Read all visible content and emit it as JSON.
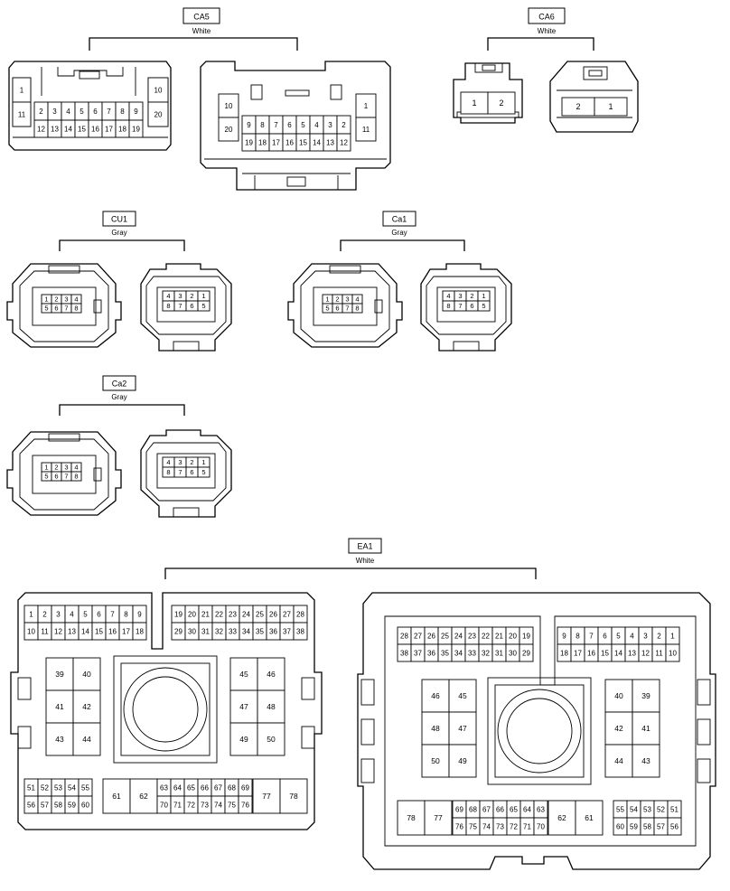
{
  "connectors": {
    "ca5": {
      "code": "CA5",
      "color": "White",
      "left": {
        "top": [
          "1",
          "2",
          "3",
          "4",
          "5",
          "6",
          "7",
          "8",
          "9",
          "10"
        ],
        "bottom": [
          "11",
          "12",
          "13",
          "14",
          "15",
          "16",
          "17",
          "18",
          "19",
          "20"
        ]
      },
      "right": {
        "top": [
          "10",
          "9",
          "8",
          "7",
          "6",
          "5",
          "4",
          "3",
          "2",
          "1"
        ],
        "bottom": [
          "20",
          "19",
          "18",
          "17",
          "16",
          "15",
          "14",
          "13",
          "12",
          "11"
        ]
      }
    },
    "ca6": {
      "code": "CA6",
      "color": "White",
      "left": [
        "1",
        "2"
      ],
      "right": [
        "2",
        "1"
      ]
    },
    "cu1": {
      "code": "CU1",
      "color": "Gray"
    },
    "ca1": {
      "code": "Ca1",
      "color": "Gray"
    },
    "ca2": {
      "code": "Ca2",
      "color": "Gray"
    },
    "small4x2": {
      "left": {
        "top": [
          "1",
          "2",
          "3",
          "4"
        ],
        "bottom": [
          "5",
          "6",
          "7",
          "8"
        ]
      },
      "right": {
        "top": [
          "4",
          "3",
          "2",
          "1"
        ],
        "bottom": [
          "8",
          "7",
          "6",
          "5"
        ]
      }
    },
    "ea1": {
      "code": "EA1",
      "color": "White",
      "left": {
        "top_rows": [
          [
            "1",
            "2",
            "3",
            "4",
            "5",
            "6",
            "7",
            "8",
            "9"
          ],
          [
            "10",
            "11",
            "12",
            "13",
            "14",
            "15",
            "16",
            "17",
            "18"
          ],
          [
            "19",
            "20",
            "21",
            "22",
            "23",
            "24",
            "25",
            "26",
            "27",
            "28"
          ],
          [
            "29",
            "30",
            "31",
            "32",
            "33",
            "34",
            "35",
            "36",
            "37",
            "38"
          ]
        ],
        "grid_left": [
          "39",
          "40",
          "41",
          "42",
          "43",
          "44"
        ],
        "grid_right": [
          "45",
          "46",
          "47",
          "48",
          "49",
          "50"
        ],
        "bottom_small": [
          [
            "51",
            "52",
            "53",
            "54",
            "55"
          ],
          [
            "56",
            "57",
            "58",
            "59",
            "60"
          ]
        ],
        "big_a": [
          "61",
          "62"
        ],
        "mid_rows": [
          [
            "63",
            "64",
            "65",
            "66",
            "67",
            "68",
            "69"
          ],
          [
            "70",
            "71",
            "72",
            "73",
            "74",
            "75",
            "76"
          ]
        ],
        "big_b": [
          "77",
          "78"
        ]
      },
      "right": {
        "top_rows": [
          [
            "28",
            "27",
            "26",
            "25",
            "24",
            "23",
            "22",
            "21",
            "20",
            "19"
          ],
          [
            "38",
            "37",
            "36",
            "35",
            "34",
            "33",
            "32",
            "31",
            "30",
            "29"
          ],
          [
            "9",
            "8",
            "7",
            "6",
            "5",
            "4",
            "3",
            "2",
            "1"
          ],
          [
            "18",
            "17",
            "16",
            "15",
            "14",
            "13",
            "12",
            "11",
            "10"
          ]
        ],
        "grid_left": [
          "46",
          "45",
          "48",
          "47",
          "50",
          "49"
        ],
        "grid_right": [
          "40",
          "39",
          "42",
          "41",
          "44",
          "43"
        ],
        "big_b": [
          "78",
          "77"
        ],
        "mid_rows": [
          [
            "69",
            "68",
            "67",
            "66",
            "65",
            "64",
            "63"
          ],
          [
            "76",
            "75",
            "74",
            "73",
            "72",
            "71",
            "70"
          ]
        ],
        "big_a": [
          "62",
          "61"
        ],
        "bottom_small": [
          [
            "55",
            "54",
            "53",
            "52",
            "51"
          ],
          [
            "60",
            "59",
            "58",
            "57",
            "56"
          ]
        ]
      }
    }
  }
}
